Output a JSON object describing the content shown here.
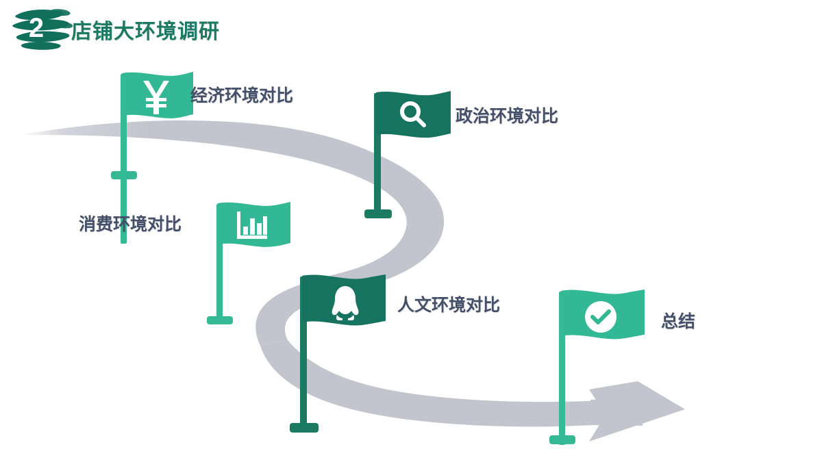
{
  "slide": {
    "background_color": "#ffffff",
    "header": {
      "badge_number": "2",
      "badge_icon": "brush-stroke-badge",
      "badge_color": "#11705c",
      "title": "店铺大环境调研",
      "title_color": "#1d7a62"
    },
    "road": {
      "icon": "winding-road-arrow",
      "color": "#c3c5ce",
      "arrow_direction": "right"
    },
    "palette": {
      "flag_light_green": "#32b894",
      "flag_dark_green": "#157360",
      "pole_light_green": "#35b894",
      "pole_dark_green": "#1a7a62",
      "label_text": "#44506a",
      "road_gray": "#c3c5ce"
    },
    "milestones": [
      {
        "id": "economic",
        "label": "经济环境对比",
        "icon": "yen-currency-icon",
        "flag_color": "#32b894",
        "label_side": "right"
      },
      {
        "id": "political",
        "label": "政治环境对比",
        "icon": "magnifier-search-icon",
        "flag_color": "#157360",
        "label_side": "right"
      },
      {
        "id": "consumption",
        "label": "消费环境对比",
        "icon": "bar-chart-icon",
        "flag_color": "#32b894",
        "label_side": "left"
      },
      {
        "id": "cultural",
        "label": "人文环境对比",
        "icon": "penguin-qq-icon",
        "flag_color": "#157360",
        "label_side": "right"
      },
      {
        "id": "summary",
        "label": "总结",
        "icon": "check-circle-icon",
        "flag_color": "#32b894",
        "label_side": "right"
      }
    ]
  }
}
